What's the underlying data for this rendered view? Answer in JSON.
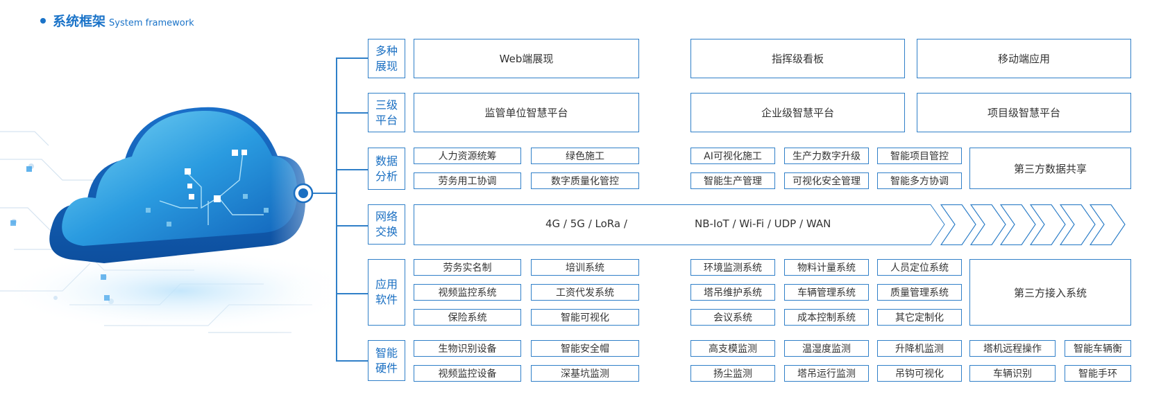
{
  "header": {
    "title_cn": "系统框架",
    "title_en": "System framework"
  },
  "rows": {
    "display": {
      "label": [
        "多种",
        "展现"
      ],
      "items": [
        "Web端展现",
        "指挥级看板",
        "移动端应用"
      ]
    },
    "platform": {
      "label": [
        "三级",
        "平台"
      ],
      "items": [
        "监管单位智慧平台",
        "企业级智慧平台",
        "项目级智慧平台"
      ]
    },
    "data": {
      "label": [
        "数据",
        "分析"
      ],
      "items": [
        "人力资源统筹",
        "绿色施工",
        "劳务用工协调",
        "数字质量化管控",
        "AI可视化施工",
        "生产力数字升级",
        "智能项目管控",
        "智能生产管理",
        "可视化安全管理",
        "智能多方协调",
        "第三方数据共享"
      ]
    },
    "network": {
      "label": [
        "网络",
        "交换"
      ],
      "text_left": "4G / 5G / LoRa /",
      "text_right": "NB-IoT / Wi-Fi / UDP / WAN"
    },
    "software": {
      "label": [
        "应用",
        "软件"
      ],
      "items": [
        "劳务实名制",
        "培训系统",
        "视频监控系统",
        "工资代发系统",
        "保险系统",
        "智能可视化",
        "环境监测系统",
        "物料计量系统",
        "人员定位系统",
        "塔吊维护系统",
        "车辆管理系统",
        "质量管理系统",
        "会议系统",
        "成本控制系统",
        "其它定制化",
        "第三方接入系统"
      ]
    },
    "hardware": {
      "label": [
        "智能",
        "硬件"
      ],
      "items": [
        "生物识别设备",
        "智能安全帽",
        "视频监控设备",
        "深基坑监测",
        "高支模监测",
        "温湿度监测",
        "升降机监测",
        "塔机远程操作",
        "智能车辆衡",
        "扬尘监测",
        "塔吊运行监测",
        "吊钩可视化",
        "车辆识别",
        "智能手环"
      ]
    }
  },
  "colors": {
    "accent": "#1a73c8",
    "border": "#2f7fc8",
    "cloud_light": "#5cc4ee",
    "cloud_dark": "#1466c0"
  },
  "icons": {
    "cloud": "cloud-icon",
    "hub": "target-icon",
    "arrow": "chevron-right-icon"
  }
}
